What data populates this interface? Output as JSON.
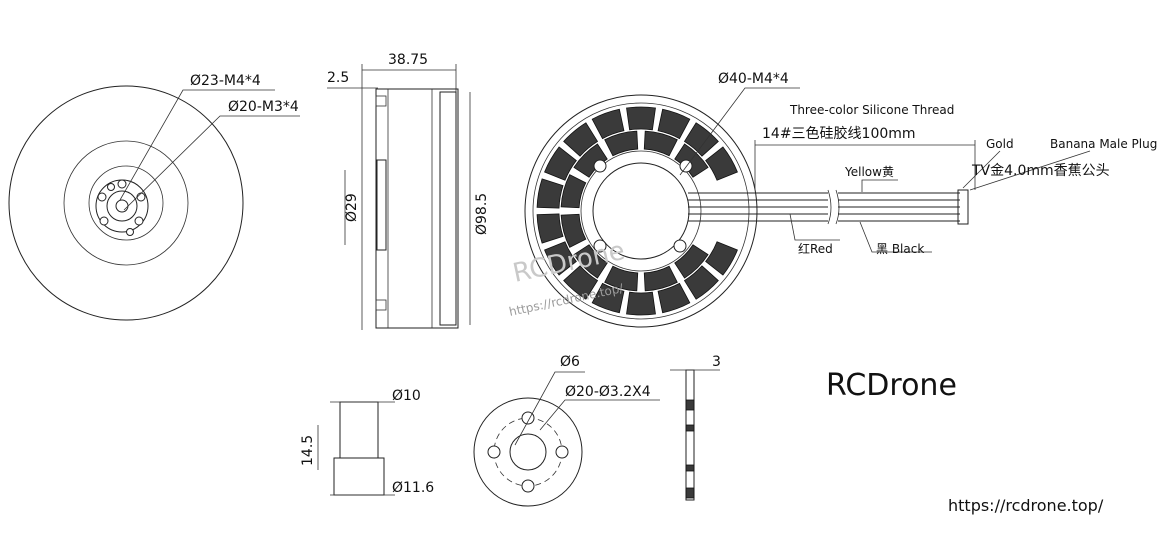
{
  "labels": {
    "front_bolt_outer": "Ø23-M4*4",
    "front_bolt_inner": "Ø20-M3*4",
    "side_thickness": "2.5",
    "side_height": "38.75",
    "side_inner": "Ø29",
    "side_diameter": "Ø98.5",
    "back_bolt": "Ø40-M4*4",
    "wire_title": "Three-color Silicone Thread",
    "wire_spec": "14#三色硅胶线100mm",
    "gold": "Gold",
    "plug_en": "Banana Male Plug",
    "plug_spec": "TV金4.0mm香蕉公头",
    "yellow": "Yellow黄",
    "red": "红Red",
    "black": "黑 Black",
    "shaft_top": "Ø10",
    "shaft_height": "14.5",
    "shaft_bottom": "Ø11.6",
    "mount_inner": "Ø6",
    "mount_bolt": "Ø20-Ø3.2X4",
    "plate_thickness": "3"
  },
  "watermarks": {
    "center_brand": "RCDrone",
    "center_url": "https://rcdrone.top/",
    "right_brand": "RCDrone",
    "bottom_url": "https://rcdrone.top/"
  }
}
